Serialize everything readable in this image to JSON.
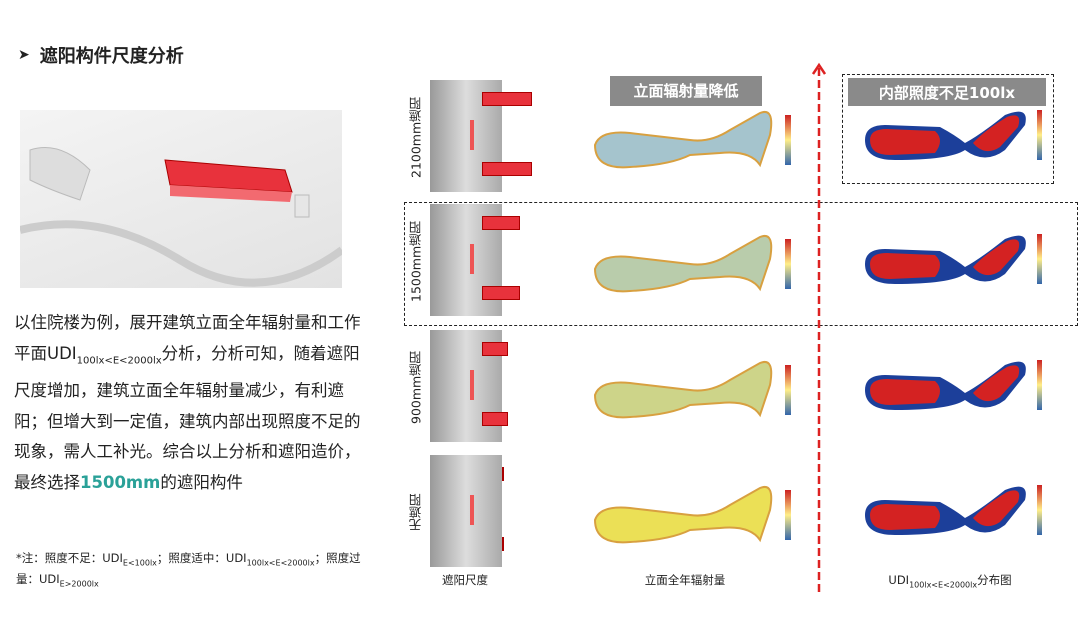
{
  "title": "遮阳构件尺度分析",
  "body": {
    "p1": "以住院楼为例，展开建筑立面全年辐射量和工作平面UDI",
    "sub1": "100lx<E<2000lx",
    "p2": "分析，分析可知，随着遮阳尺度增加，建筑立面全年辐射量减少，有利遮阳；但增大到一定值，建筑内部出现照度不足的现象，需人工补光。综合以上分析和遮阳造价，最终选择",
    "highlight": "1500mm",
    "p3": "的遮阳构件"
  },
  "note": {
    "a": "*注：照度不足：UDI",
    "a_sub": "E<100lx",
    "b": "；照度适中：UDI",
    "b_sub": "100lx<E<2000lx",
    "c": "；照度过量：UDI",
    "c_sub": "E>2000lx"
  },
  "headers": {
    "radiation": "立面辐射量降低",
    "udi": "内部照度不足100lx"
  },
  "rows": [
    {
      "label": "2100mm遮阳",
      "radiation_level": 0.15
    },
    {
      "label": "1500mm遮阳",
      "radiation_level": 0.35
    },
    {
      "label": "900mm遮阳",
      "radiation_level": 0.55
    },
    {
      "label": "无遮阳",
      "radiation_level": 0.85
    }
  ],
  "footer": {
    "col1": "遮阳尺度",
    "col2": "立面全年辐射量",
    "col3": "UDI",
    "col3_sub": "100lx<E<2000lx",
    "col3_suffix": "分布图"
  },
  "colors": {
    "accent": "#2aa198",
    "shade": "#e8323c",
    "header": "#8a8a8a",
    "arrow": "#d22"
  }
}
